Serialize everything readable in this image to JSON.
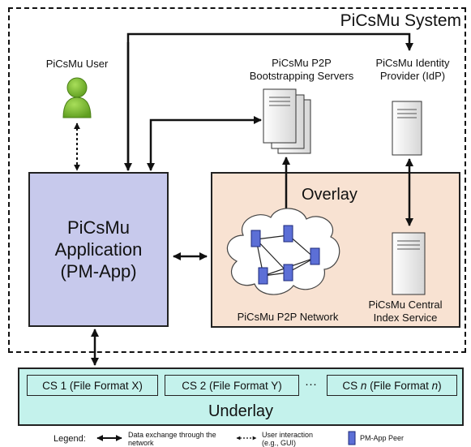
{
  "system": {
    "title": "PiCsMu System"
  },
  "user": {
    "label": "PiCsMu User"
  },
  "bootstrap": {
    "label_line1": "PiCsMu P2P",
    "label_line2": "Bootstrapping Servers"
  },
  "idp": {
    "label_line1": "PiCsMu Identity",
    "label_line2": "Provider (IdP)"
  },
  "app": {
    "line1": "PiCsMu",
    "line2": "Application",
    "line3": "(PM-App)"
  },
  "overlay": {
    "title": "Overlay"
  },
  "p2p": {
    "label": "PiCsMu P2P Network"
  },
  "index": {
    "label_line1": "PiCsMu Central",
    "label_line2": "Index Service"
  },
  "underlay": {
    "title": "Underlay",
    "cs1": "CS 1 (File Format X)",
    "cs2": "CS 2 (File Format Y)",
    "ellipsis": "···",
    "csn_prefix": "CS ",
    "csn_n": "n",
    "csn_mid": " (File Format ",
    "csn_n2": "n",
    "csn_suffix": ")"
  },
  "legend": {
    "title": "Legend:",
    "data_exchange": "Data exchange through the network",
    "user_interaction": "User interaction (e.g., GUI)",
    "peer": "PM-App Peer"
  },
  "colors": {
    "app_fill": "#c7c9ec",
    "overlay_fill": "#f8e2d2",
    "underlay_fill": "#c4f2ec",
    "user_green": "#7cbf2e"
  }
}
